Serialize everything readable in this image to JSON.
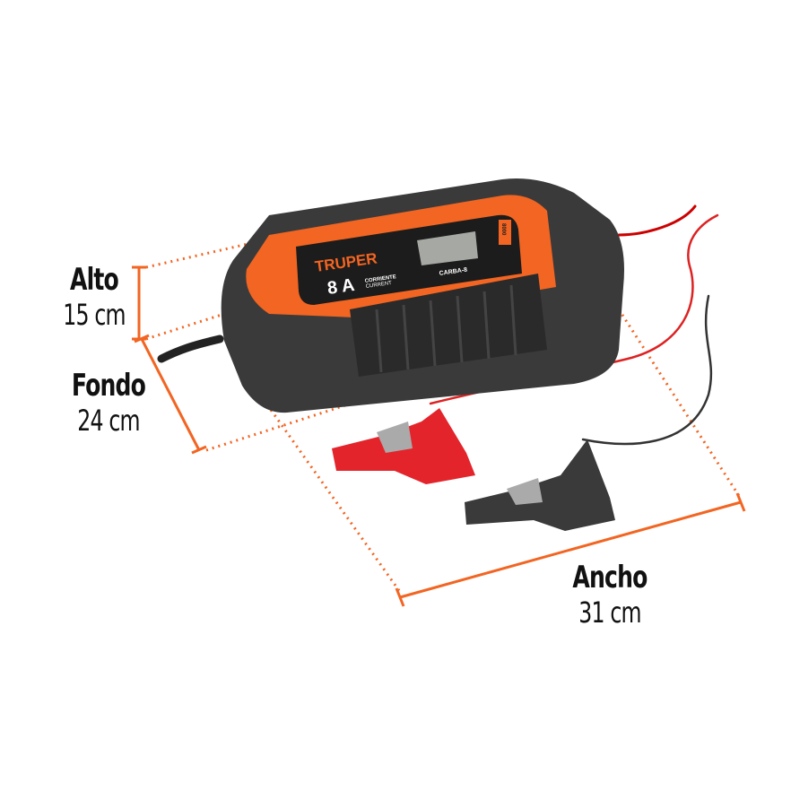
{
  "dimensions": {
    "height": {
      "label": "Alto",
      "value": "15 cm"
    },
    "depth": {
      "label": "Fondo",
      "value": "24 cm"
    },
    "width": {
      "label": "Ancho",
      "value": "31 cm"
    }
  },
  "product": {
    "brand": "TRUPER",
    "current": "8 A",
    "current_label_es": "CORRIENTE",
    "current_label_en": "CURRENT",
    "model": "CARBA-8",
    "badge": "8000"
  },
  "colors": {
    "accent": "#f26522",
    "body": "#3a3a3a",
    "panel": "#1c1c1c",
    "red_clamp": "#e3242b",
    "black_clamp": "#3a3a3a"
  }
}
